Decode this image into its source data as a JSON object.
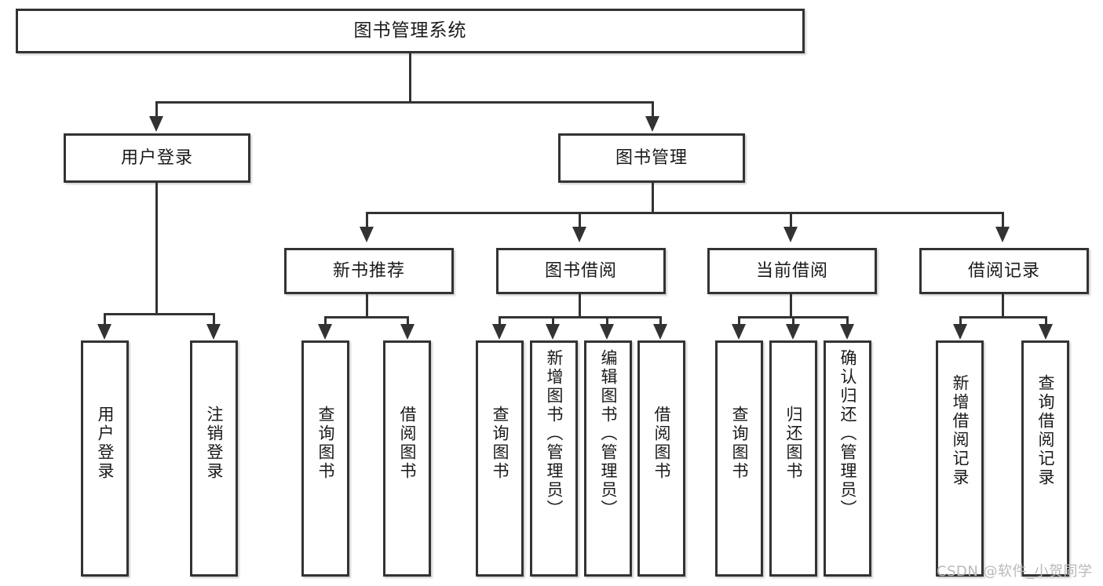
{
  "diagram": {
    "type": "tree-hierarchy-chart",
    "title": "图书管理系统",
    "root": {
      "label": "图书管理系统"
    },
    "level2": [
      {
        "id": "user-login",
        "label": "用户登录"
      },
      {
        "id": "book-management",
        "label": "图书管理"
      }
    ],
    "level3": [
      {
        "id": "new-book-recommend",
        "label": "新书推荐",
        "parent": "book-management"
      },
      {
        "id": "book-borrow",
        "label": "图书借阅",
        "parent": "book-management"
      },
      {
        "id": "current-borrow",
        "label": "当前借阅",
        "parent": "book-management"
      },
      {
        "id": "borrow-record",
        "label": "借阅记录",
        "parent": "book-management"
      }
    ],
    "leaves": [
      {
        "id": "leaf-user-login",
        "label": "用户登录",
        "parent": "user-login"
      },
      {
        "id": "leaf-user-logout",
        "label": "注销登录",
        "parent": "user-login"
      },
      {
        "id": "leaf-query-book-1",
        "label": "查询图书",
        "parent": "new-book-recommend"
      },
      {
        "id": "leaf-borrow-book-1",
        "label": "借阅图书",
        "parent": "new-book-recommend"
      },
      {
        "id": "leaf-query-book-2",
        "label": "查询图书",
        "parent": "book-borrow"
      },
      {
        "id": "leaf-add-book",
        "label": "新增图书（管理员）",
        "parent": "book-borrow"
      },
      {
        "id": "leaf-edit-book",
        "label": "编辑图书（管理员）",
        "parent": "book-borrow"
      },
      {
        "id": "leaf-borrow-book-2",
        "label": "借阅图书",
        "parent": "book-borrow"
      },
      {
        "id": "leaf-query-book-3",
        "label": "查询图书",
        "parent": "current-borrow"
      },
      {
        "id": "leaf-return-book",
        "label": "归还图书",
        "parent": "current-borrow"
      },
      {
        "id": "leaf-confirm-return",
        "label": "确认归还（管理员）",
        "parent": "current-borrow"
      },
      {
        "id": "leaf-add-record",
        "label": "新增借阅记录",
        "parent": "borrow-record"
      },
      {
        "id": "leaf-query-record",
        "label": "查询借阅记录",
        "parent": "borrow-record"
      }
    ],
    "colors": {
      "stroke": "#333333",
      "fill": "#ffffff",
      "text": "#1a1a1a",
      "watermark": "#b9b9b9"
    }
  },
  "watermark": {
    "text": "CSDN @软件_小贺同学"
  }
}
